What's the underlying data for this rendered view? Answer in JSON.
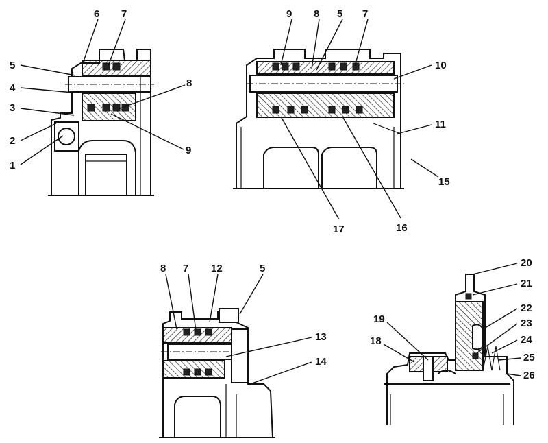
{
  "views": [
    {
      "id": "view-a",
      "callouts": [
        "6",
        "7",
        "5",
        "8",
        "4",
        "3",
        "9",
        "2",
        "1"
      ]
    },
    {
      "id": "view-b",
      "callouts": [
        "9",
        "8",
        "5",
        "7",
        "10",
        "11",
        "15",
        "17",
        "16"
      ]
    },
    {
      "id": "view-c",
      "callouts": [
        "8",
        "7",
        "12",
        "5",
        "13",
        "14"
      ]
    },
    {
      "id": "view-d",
      "callouts": [
        "20",
        "21",
        "22",
        "19",
        "23",
        "24",
        "18",
        "25",
        "26"
      ]
    }
  ]
}
